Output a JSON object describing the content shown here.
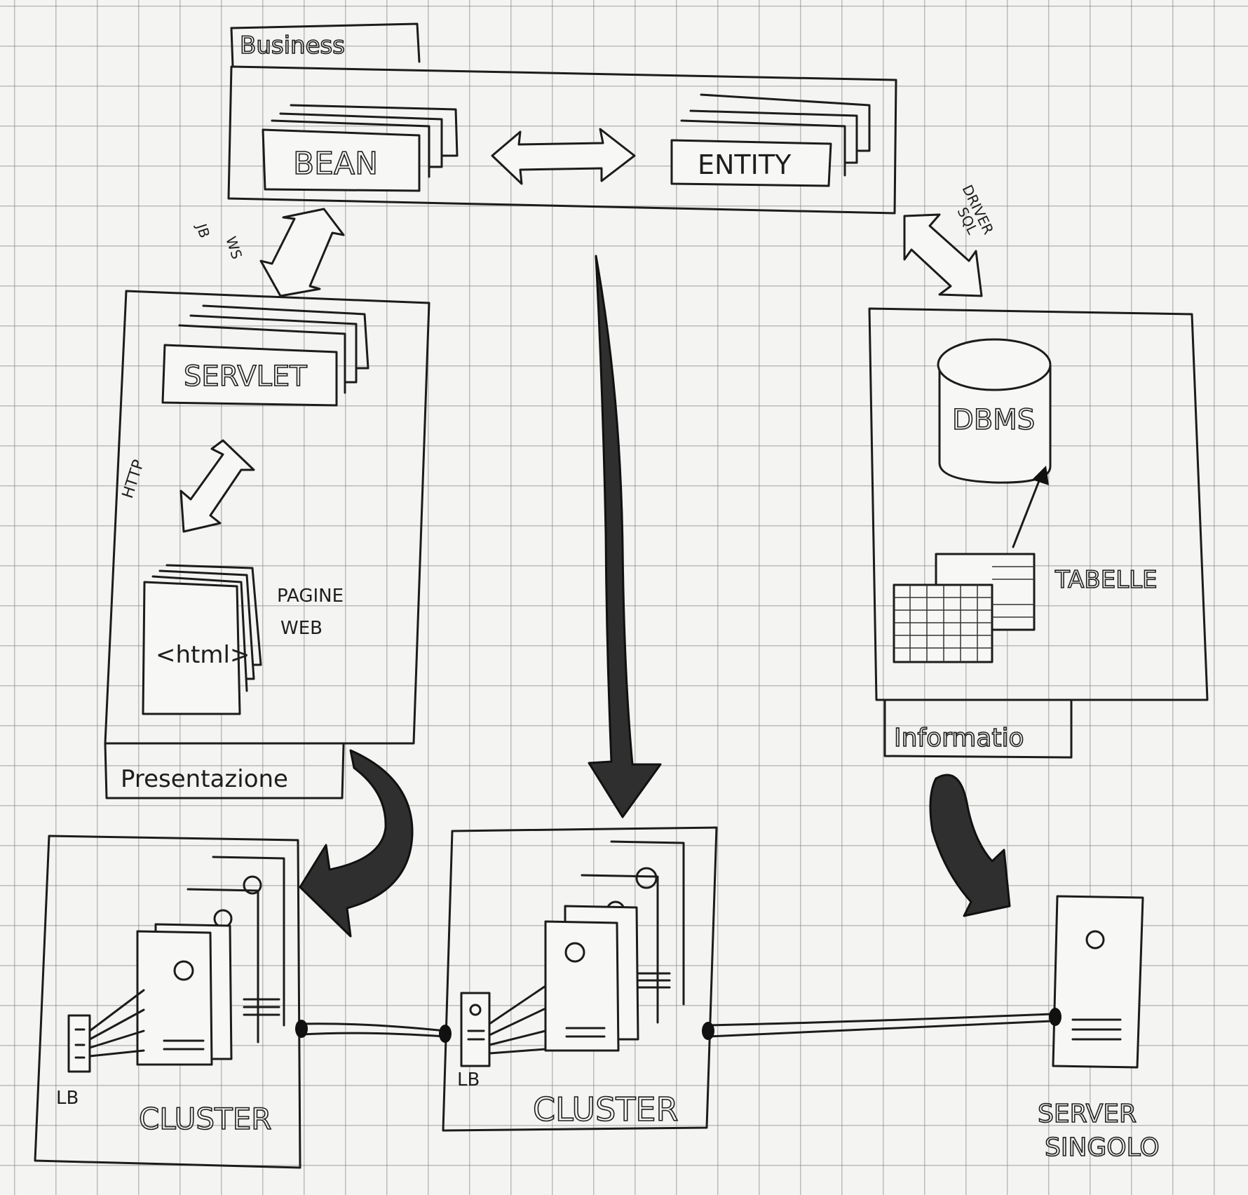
{
  "layers": {
    "business": {
      "label": "Business",
      "bean_label": "BEAN",
      "entity_label": "ENTITY"
    },
    "presentazione": {
      "label": "Presentazione",
      "servlet_label": "SERVLET",
      "http_label": "HTTP",
      "html_label": "<html>",
      "pages_label_line1": "PAGINE",
      "pages_label_line2": "WEB"
    },
    "informatio": {
      "label": "Informatio",
      "dbms_label": "DBMS",
      "tables_label": "TABELLE"
    }
  },
  "connections": {
    "business_presentation_line1": "JB",
    "business_presentation_line2": "WS",
    "business_information_line1": "DRIVER",
    "business_information_line2": "SQL"
  },
  "deployment": {
    "cluster_left_label": "CLUSTER",
    "cluster_left_lb": "LB",
    "cluster_center_label": "CLUSTER",
    "cluster_center_lb": "LB",
    "server_label_line1": "SERVER",
    "server_label_line2": "SINGOLO"
  }
}
